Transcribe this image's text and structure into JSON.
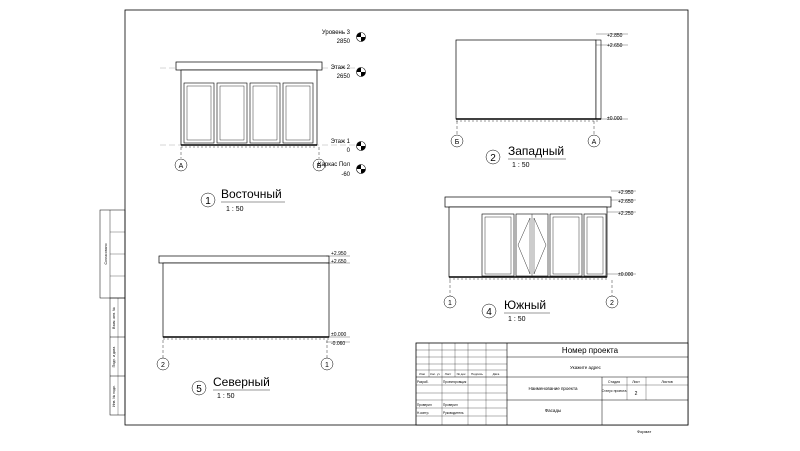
{
  "levels": {
    "l3": {
      "name": "Уровень 3",
      "value": "2850"
    },
    "l2": {
      "name": "Этаж 2",
      "value": "2650"
    },
    "l1": {
      "name": "Этаж 1",
      "value": "0"
    },
    "l0": {
      "name": "Каркас Пол",
      "value": "-60"
    }
  },
  "views": {
    "east": {
      "number": "1",
      "title": "Восточный",
      "scale": "1 : 50",
      "axes": [
        "А",
        "Б"
      ]
    },
    "west": {
      "number": "2",
      "title": "Западный",
      "scale": "1 : 50",
      "axes": [
        "Б",
        "А"
      ],
      "marks": [
        "+2.850",
        "+2.650",
        "±0.000"
      ]
    },
    "south": {
      "number": "4",
      "title": "Южный",
      "scale": "1 : 50",
      "axes": [
        "1",
        "2"
      ],
      "marks": [
        "+2.950",
        "+2.650",
        "+2.250",
        "±0.000"
      ]
    },
    "north": {
      "number": "5",
      "title": "Северный",
      "scale": "1 : 50",
      "axes": [
        "2",
        "1"
      ],
      "marks": [
        "+2.950",
        "+2.650",
        "±0.000",
        "-0.060"
      ]
    }
  },
  "side_stamp": [
    "Согласовано",
    "Взам. инв. №",
    "Подп. и дата",
    "Инв. № подл."
  ],
  "title_block": {
    "project_number": "Номер проекта",
    "address": "Укажите адрес",
    "project_name": "Наименование проекта",
    "sheet_title": "Фасады",
    "headers": [
      "Изм",
      "Кол. уч",
      "Лист",
      "№ док",
      "Подпись",
      "Дата"
    ],
    "roles": [
      "Разраб.",
      "Проверил",
      "Н.контр."
    ],
    "names": [
      "Проектировщик",
      "Проверил",
      "Руководитель"
    ],
    "stage_label": "Стадия",
    "sheet_label": "Лист",
    "sheets_label": "Листов",
    "stage_value": "Статус проекта",
    "sheet_value": "2",
    "format_label": "Формат"
  }
}
